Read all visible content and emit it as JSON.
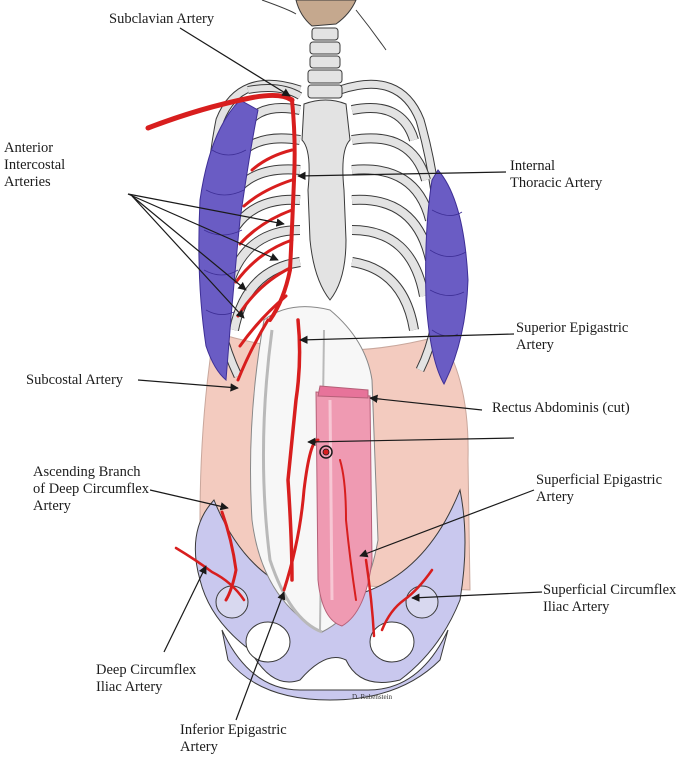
{
  "colors": {
    "artery": "#d81e1e",
    "muscle_purple": "#6a5cc4",
    "muscle_purple_line": "#3e2f96",
    "skin": "#f3cbbf",
    "rectus": "#ef9ab2",
    "rectus_cut": "#e7739a",
    "pelvis": "#c9c8ee",
    "bone": "#e3e3e3",
    "bone_outline": "#3a3a3a",
    "neck": "#c5a88e",
    "leader": "#1a1a1a"
  },
  "labels": {
    "subclavian_artery": "Subclavian Artery",
    "anterior_intercostal_arteries": "Anterior\nIntercostal\nArteries",
    "internal_thoracic_artery": "Internal\nThoracic Artery",
    "superior_epigastric_artery": "Superior Epigastric\nArtery",
    "subcostal_artery": "Subcostal Artery",
    "rectus_abdominis_cut": "Rectus Abdominis (cut)",
    "ascending_branch": "Ascending Branch\nof Deep Circumflex\nArtery",
    "superficial_epigastric_artery": "Superficial Epigastric\nArtery",
    "superficial_circumflex_iliac_artery": "Superficial Circumflex\nIliac Artery",
    "deep_circumflex_iliac_artery": "Deep Circumflex\nIliac Artery",
    "inferior_epigastric_artery": "Inferior Epigastric\nArtery"
  },
  "signature": "D. Rubenstein"
}
